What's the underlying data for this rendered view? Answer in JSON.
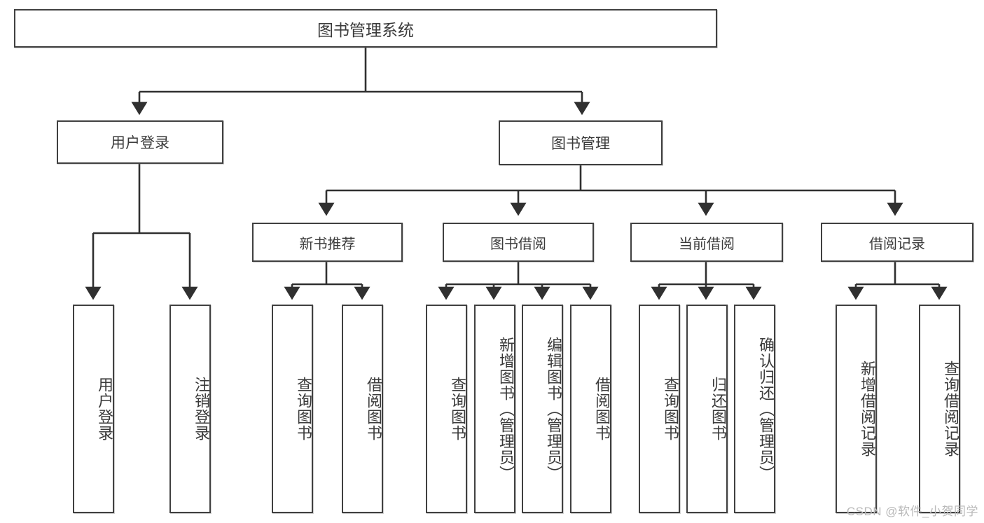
{
  "diagram": {
    "title": "图书管理系统",
    "watermark": "CSDN @软件_小贺同学",
    "colors": {
      "stroke": "#404040",
      "text": "#3a3a3a",
      "background": "#ffffff",
      "watermark": "#b9b9b9"
    },
    "root": {
      "label": "图书管理系统"
    },
    "level2": [
      {
        "id": "user-login",
        "label": "用户登录"
      },
      {
        "id": "book-management",
        "label": "图书管理"
      }
    ],
    "level3": [
      {
        "id": "new-book-recommend",
        "label": "新书推荐"
      },
      {
        "id": "book-borrow",
        "label": "图书借阅"
      },
      {
        "id": "current-borrow",
        "label": "当前借阅"
      },
      {
        "id": "borrow-record",
        "label": "借阅记录"
      }
    ],
    "leaves": [
      {
        "id": "leaf-user-login",
        "label": "用户登录",
        "parent": "user-login"
      },
      {
        "id": "leaf-logout",
        "label": "注销登录",
        "parent": "user-login"
      },
      {
        "id": "leaf-query-book-1",
        "label": "查询图书",
        "parent": "new-book-recommend"
      },
      {
        "id": "leaf-borrow-book-1",
        "label": "借阅图书",
        "parent": "new-book-recommend"
      },
      {
        "id": "leaf-query-book-2",
        "label": "查询图书",
        "parent": "book-borrow"
      },
      {
        "id": "leaf-add-book",
        "label": "新增图书（管理员）",
        "parent": "book-borrow"
      },
      {
        "id": "leaf-edit-book",
        "label": "编辑图书（管理员）",
        "parent": "book-borrow"
      },
      {
        "id": "leaf-borrow-book-2",
        "label": "借阅图书",
        "parent": "book-borrow"
      },
      {
        "id": "leaf-query-book-3",
        "label": "查询图书",
        "parent": "current-borrow"
      },
      {
        "id": "leaf-return-book",
        "label": "归还图书",
        "parent": "current-borrow"
      },
      {
        "id": "leaf-confirm-return",
        "label": "确认归还（管理员）",
        "parent": "current-borrow"
      },
      {
        "id": "leaf-add-record",
        "label": "新增借阅记录",
        "parent": "borrow-record"
      },
      {
        "id": "leaf-query-record",
        "label": "查询借阅记录",
        "parent": "borrow-record"
      }
    ]
  }
}
